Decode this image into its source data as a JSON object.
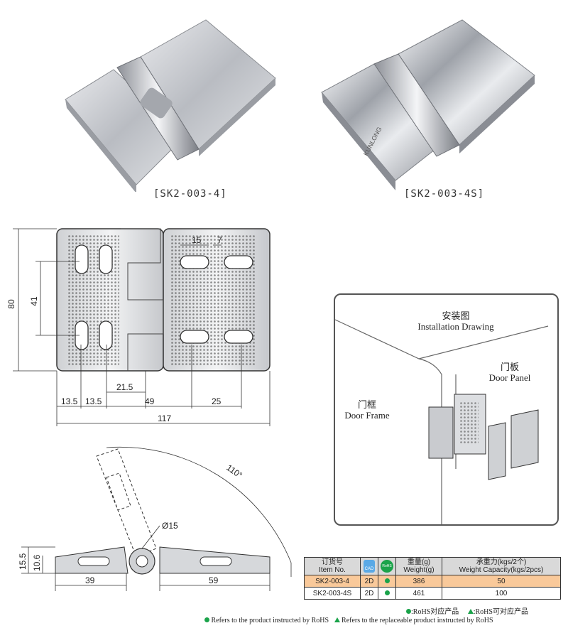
{
  "products": [
    {
      "caption": "[SK2-003-4]"
    },
    {
      "caption": "[SK2-003-4S]"
    }
  ],
  "brand_mark": "KUNLONG",
  "drawing": {
    "dims": {
      "height_80": "80",
      "hole_41": "41",
      "d15": "15",
      "d7": "7",
      "d13a": "13.5",
      "d13b": "13.5",
      "d21": "21.5",
      "d49": "49",
      "d25": "25",
      "d117": "117"
    }
  },
  "side_view": {
    "angle": "110°",
    "diameter": "Ø15",
    "h15": "15.5",
    "h10": "10.6",
    "w39": "39",
    "w59": "59"
  },
  "installation": {
    "title_cn": "安装图",
    "title_en": "Installation Drawing",
    "door_panel_cn": "门板",
    "door_panel_en": "Door Panel",
    "door_frame_cn": "门框",
    "door_frame_en": "Door Frame"
  },
  "table": {
    "headers": {
      "item_cn": "订货号",
      "item_en": "Item No.",
      "cad": "CAD",
      "rohs": "RoHS",
      "weight_cn": "重量(g)",
      "weight_en": "Weight(g)",
      "cap_cn": "承重力(kgs/2个)",
      "cap_en": "Weight Capacity(kgs/2pcs)"
    },
    "rows": [
      {
        "item": "SK2-003-4",
        "cad": "2D",
        "weight": "386",
        "capacity": "50"
      },
      {
        "item": "SK2-003-4S",
        "cad": "2D",
        "weight": "461",
        "capacity": "100"
      }
    ]
  },
  "legend": {
    "rohs_cn": ":RoHS对应产品",
    "rohs_alt_cn": ":RoHS可对应产品",
    "rohs_en": "Refers to the product instructed by RoHS",
    "rohs_alt_en": "Refers to the replaceable product instructed by RoHS"
  },
  "colors": {
    "rohs_green": "#1aa34a",
    "cad_blue": "#5aa9e6",
    "highlight_row": "#f9c99a"
  }
}
